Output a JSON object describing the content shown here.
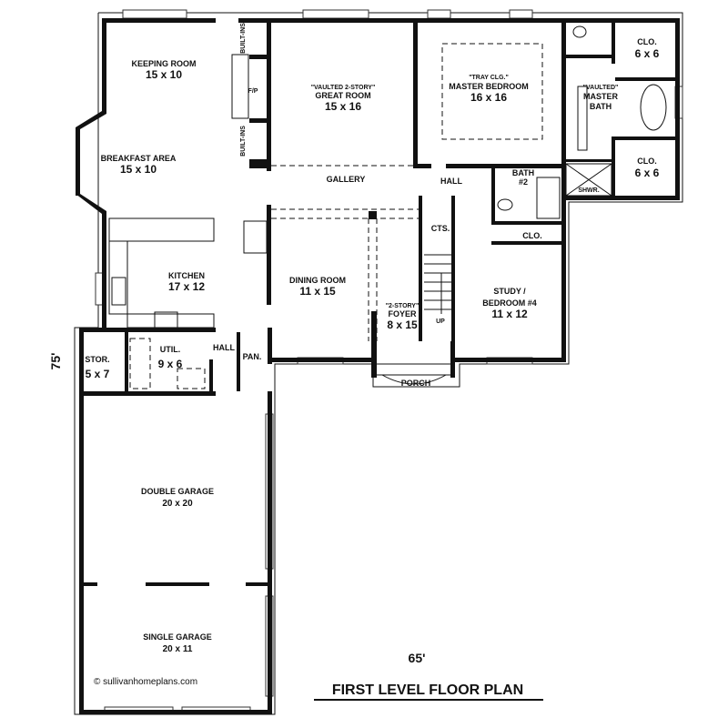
{
  "rooms": {
    "keeping_room": {
      "name": "KEEPING ROOM",
      "size": "15 x 10"
    },
    "breakfast_area": {
      "name": "BREAKFAST AREA",
      "size": "15 x 10"
    },
    "great_room": {
      "note": "\"VAULTED 2-STORY\"",
      "name": "GREAT ROOM",
      "size": "15 x 16"
    },
    "master_bedroom": {
      "note": "\"TRAY CLG.\"",
      "name": "MASTER BEDROOM",
      "size": "16 x 16"
    },
    "master_bath": {
      "note": "\"VAULTED\"",
      "name1": "MASTER",
      "name2": "BATH"
    },
    "closet_1": {
      "name": "CLO.",
      "size": "6 x 6"
    },
    "closet_2": {
      "name": "CLO.",
      "size": "6 x 6"
    },
    "shower": {
      "name": "SHWR."
    },
    "bath_2": {
      "name1": "BATH",
      "name2": "#2"
    },
    "hall_upper": {
      "name": "HALL"
    },
    "gallery": {
      "name": "GALLERY"
    },
    "built_ins_1": {
      "name": "BUILT-INS"
    },
    "built_ins_2": {
      "name": "BUILT-INS"
    },
    "fireplace": {
      "name": "F/P"
    },
    "coats": {
      "name": "CTS."
    },
    "study_closet": {
      "name": "CLO."
    },
    "kitchen": {
      "name": "KITCHEN",
      "size": "17 x 12"
    },
    "dining_room": {
      "name": "DINING ROOM",
      "size": "11 x 15"
    },
    "foyer": {
      "note": "\"2-STORY\"",
      "name": "FOYER",
      "size": "8 x 15"
    },
    "stairs": {
      "name": "UP"
    },
    "study": {
      "name1": "STUDY /",
      "name2": "BEDROOM #4",
      "size": "11 x 12"
    },
    "storage": {
      "name": "STOR.",
      "size": "5 x 7"
    },
    "utility": {
      "name": "UTIL.",
      "size": "9 x 6"
    },
    "hall_lower": {
      "name": "HALL"
    },
    "pantry": {
      "name": "PAN."
    },
    "porch": {
      "name": "PORCH"
    },
    "double_garage": {
      "name": "DOUBLE GARAGE",
      "size": "20 x 20"
    },
    "single_garage": {
      "name": "SINGLE GARAGE",
      "size": "20 x 11"
    }
  },
  "dimensions": {
    "width": "65'",
    "depth": "75'"
  },
  "title": "FIRST LEVEL FLOOR PLAN",
  "copyright": "© sullivanhomeplans.com"
}
